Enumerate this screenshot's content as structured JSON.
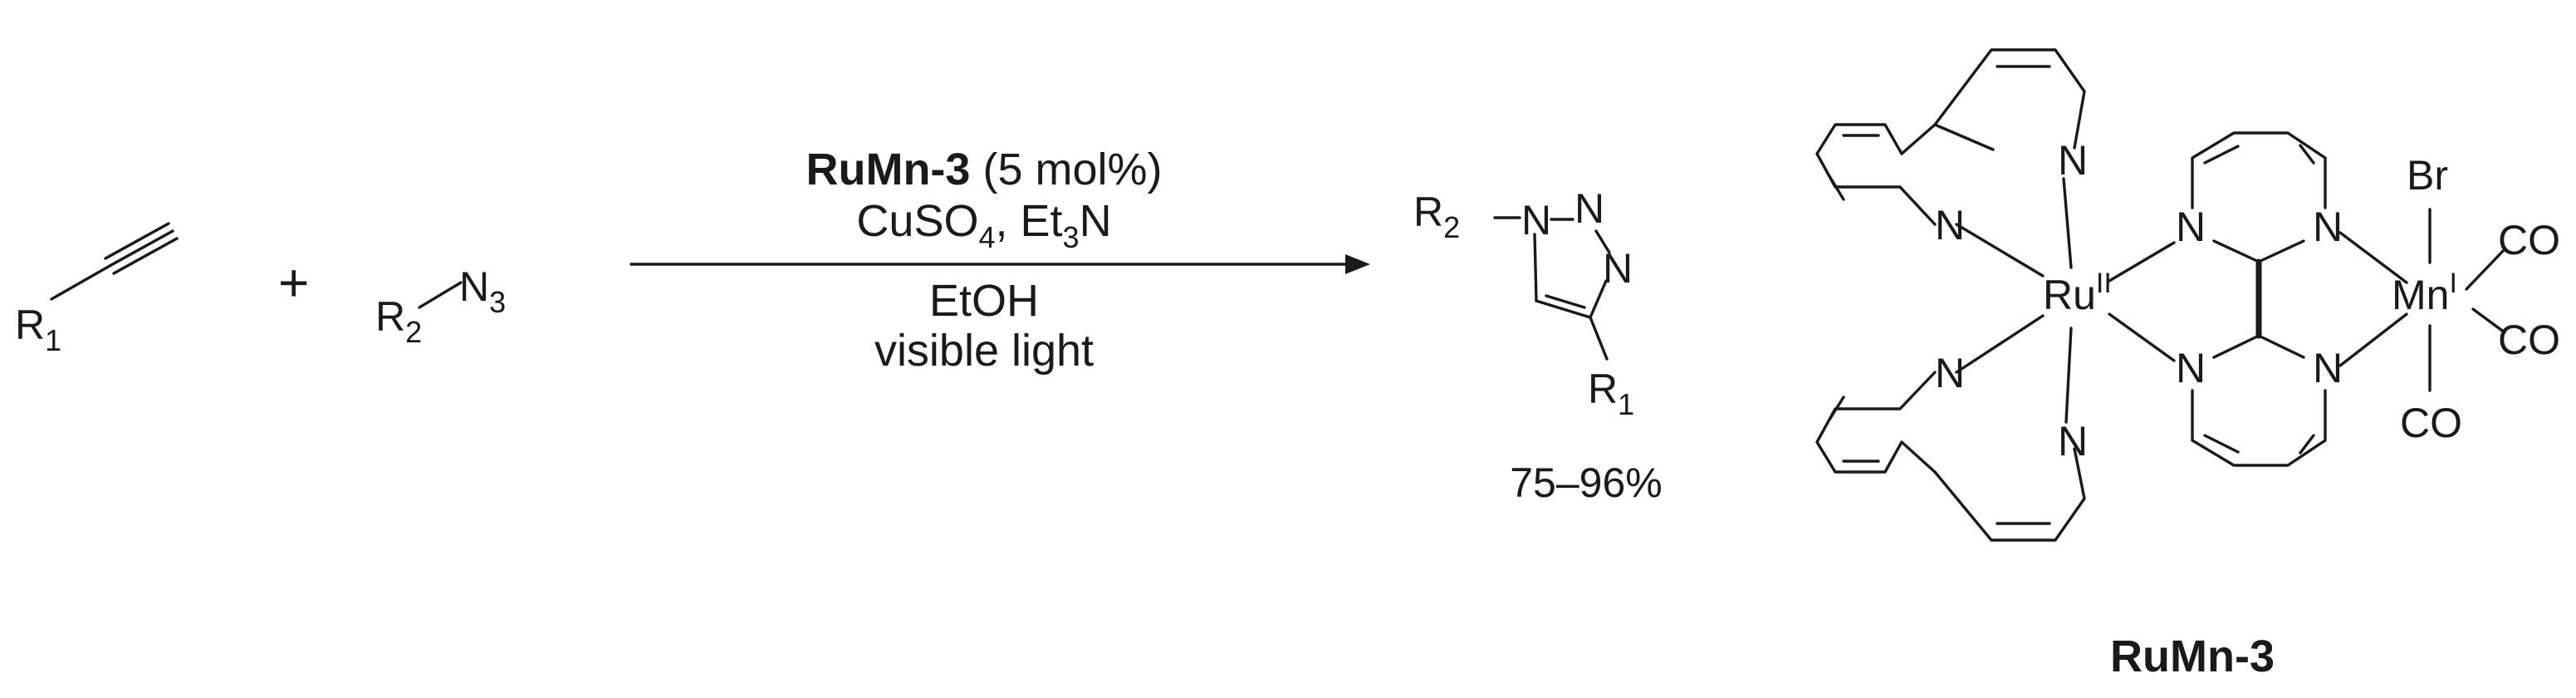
{
  "scheme": {
    "reactant1": {
      "label": "R",
      "sub": "1"
    },
    "plus": "+",
    "reactant2": {
      "label": "R",
      "sub": "2",
      "group": "N",
      "group_sub": "3"
    },
    "conditions": {
      "catalyst": "RuMn-3",
      "loading": "(5 mol%)",
      "additive_a": "CuSO",
      "additive_a_sub": "4",
      "additive_b_prefix": ", Et",
      "additive_b_sub": "3",
      "additive_b_suffix": "N",
      "solvent": "EtOH",
      "energy": "visible light"
    },
    "product": {
      "r2": "R",
      "r2_sub": "2",
      "n1": "N",
      "n2": "N",
      "n3": "N",
      "r1": "R",
      "r1_sub": "1",
      "yield": "75–96%"
    },
    "catalyst_structure": {
      "metal_ru": "Ru",
      "ru_ox": "II",
      "metal_mn": "Mn",
      "mn_ox": "I",
      "br": "Br",
      "co_1": "CO",
      "co_2": "CO",
      "co_3": "CO",
      "nitrogen": "N",
      "name": "RuMn-3"
    }
  }
}
